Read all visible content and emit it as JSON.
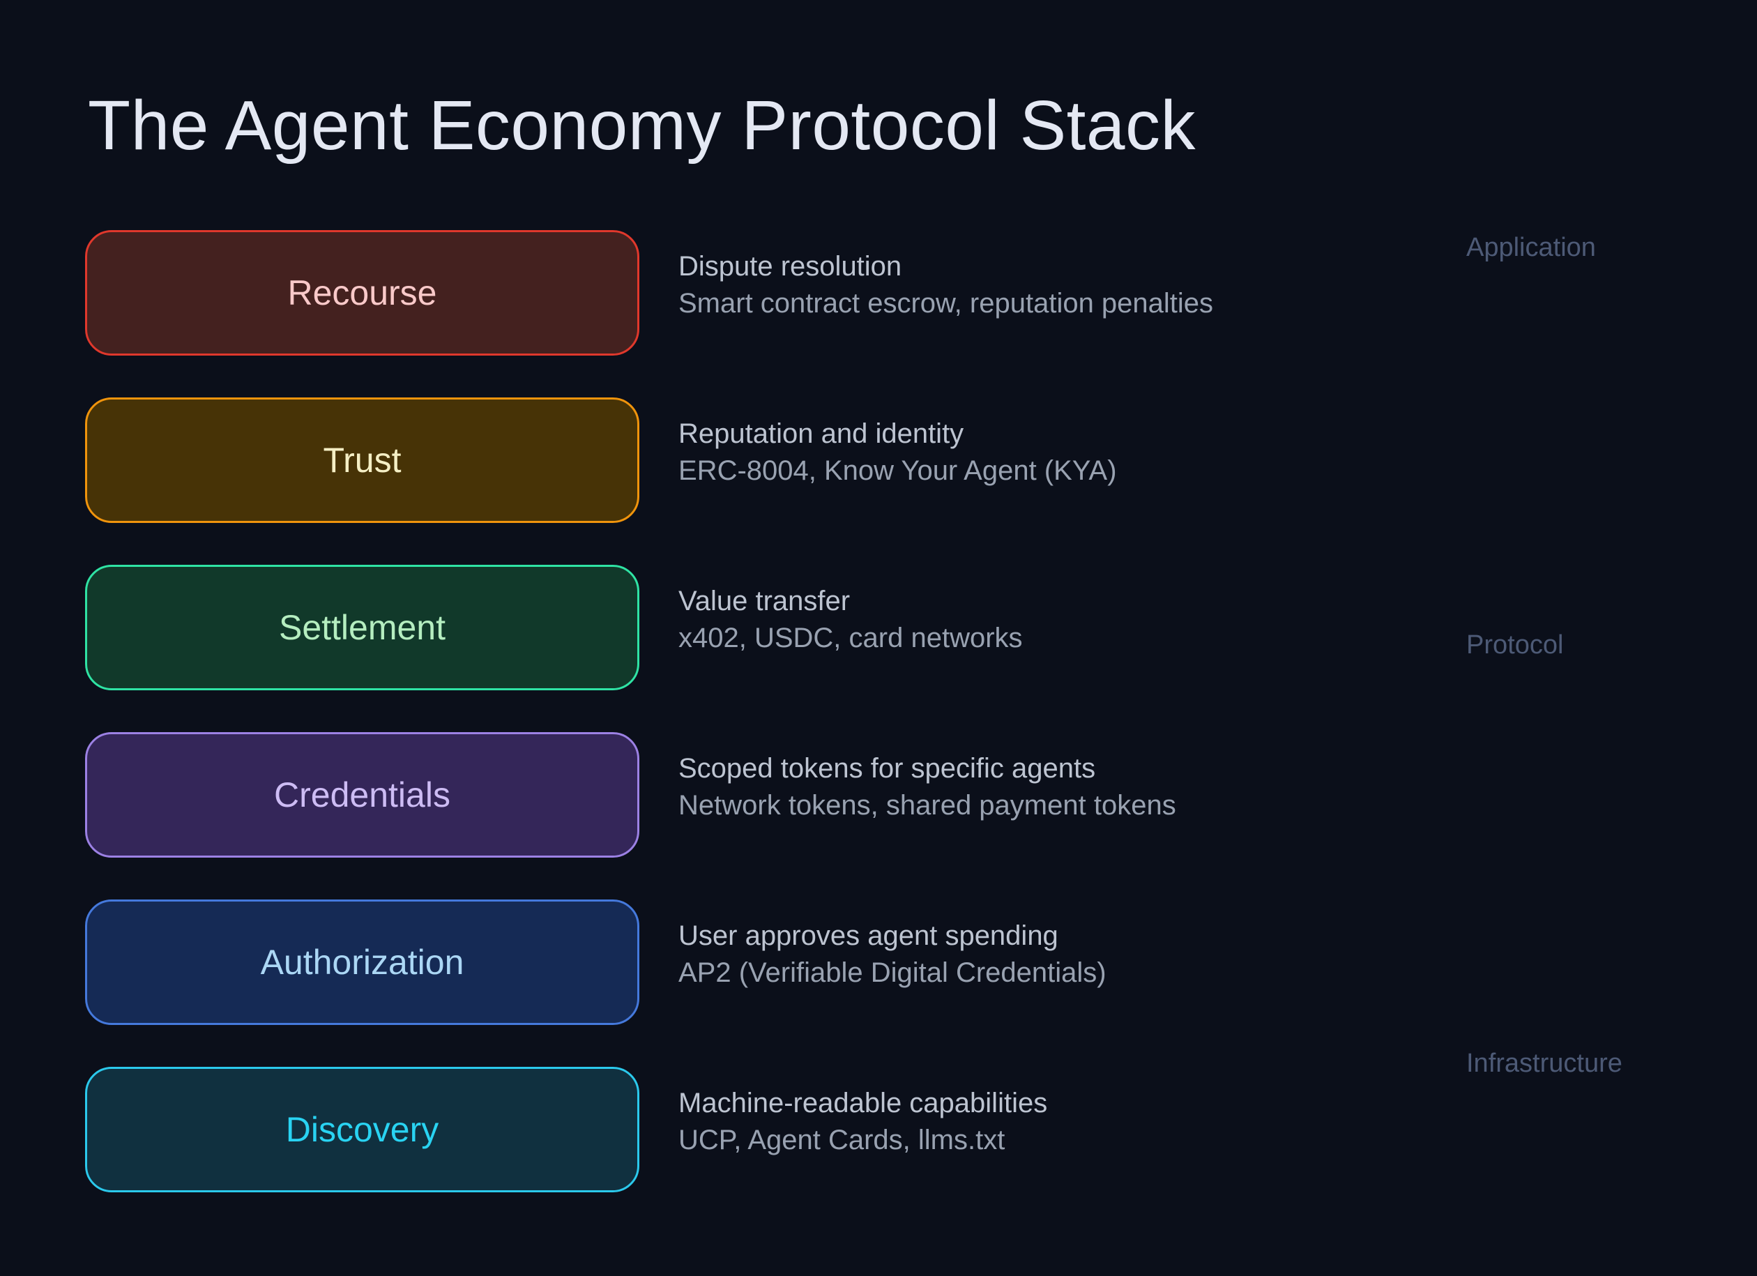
{
  "title": "The Agent Economy Protocol Stack",
  "layers": [
    {
      "label": "Recourse",
      "description": [
        "Dispute resolution",
        "Smart contract escrow, reputation penalties"
      ],
      "colors": {
        "border": "#E0382C",
        "fill": "#44211F",
        "text": "#F9C9C9"
      }
    },
    {
      "label": "Trust",
      "description": [
        "Reputation and identity",
        "ERC-8004, Know Your Agent (KYA)"
      ],
      "colors": {
        "border": "#F0940C",
        "fill": "#473306",
        "text": "#F5EFC5"
      }
    },
    {
      "label": "Settlement",
      "description": [
        "Value transfer",
        "x402, USDC, card networks"
      ],
      "colors": {
        "border": "#2FE3A4",
        "fill": "#11392A",
        "text": "#B5EEC0"
      }
    },
    {
      "label": "Credentials",
      "description": [
        "Scoped tokens for specific agents",
        "Network tokens, shared payment tokens"
      ],
      "colors": {
        "border": "#9C81E4",
        "fill": "#342659",
        "text": "#CDBCF4"
      }
    },
    {
      "label": "Authorization",
      "description": [
        "User approves agent spending",
        "AP2 (Verifiable Digital Credentials)"
      ],
      "colors": {
        "border": "#4579DC",
        "fill": "#152A55",
        "text": "#ABD7F5"
      }
    },
    {
      "label": "Discovery",
      "description": [
        "Machine-readable capabilities",
        "UCP, Agent Cards, llms.txt"
      ],
      "colors": {
        "border": "#2BC9EC",
        "fill": "#10303F",
        "text": "#29D3F2"
      }
    }
  ],
  "zones": [
    {
      "label": "Application"
    },
    {
      "label": "Protocol"
    },
    {
      "label": "Infrastructure"
    }
  ],
  "page_colors": {
    "background": "#0B0F1A",
    "title_text": "#E4E8F3",
    "desc_primary": "#BDC4D1",
    "desc_secondary": "#99A2B1",
    "zone_label": "#4D5A76"
  }
}
